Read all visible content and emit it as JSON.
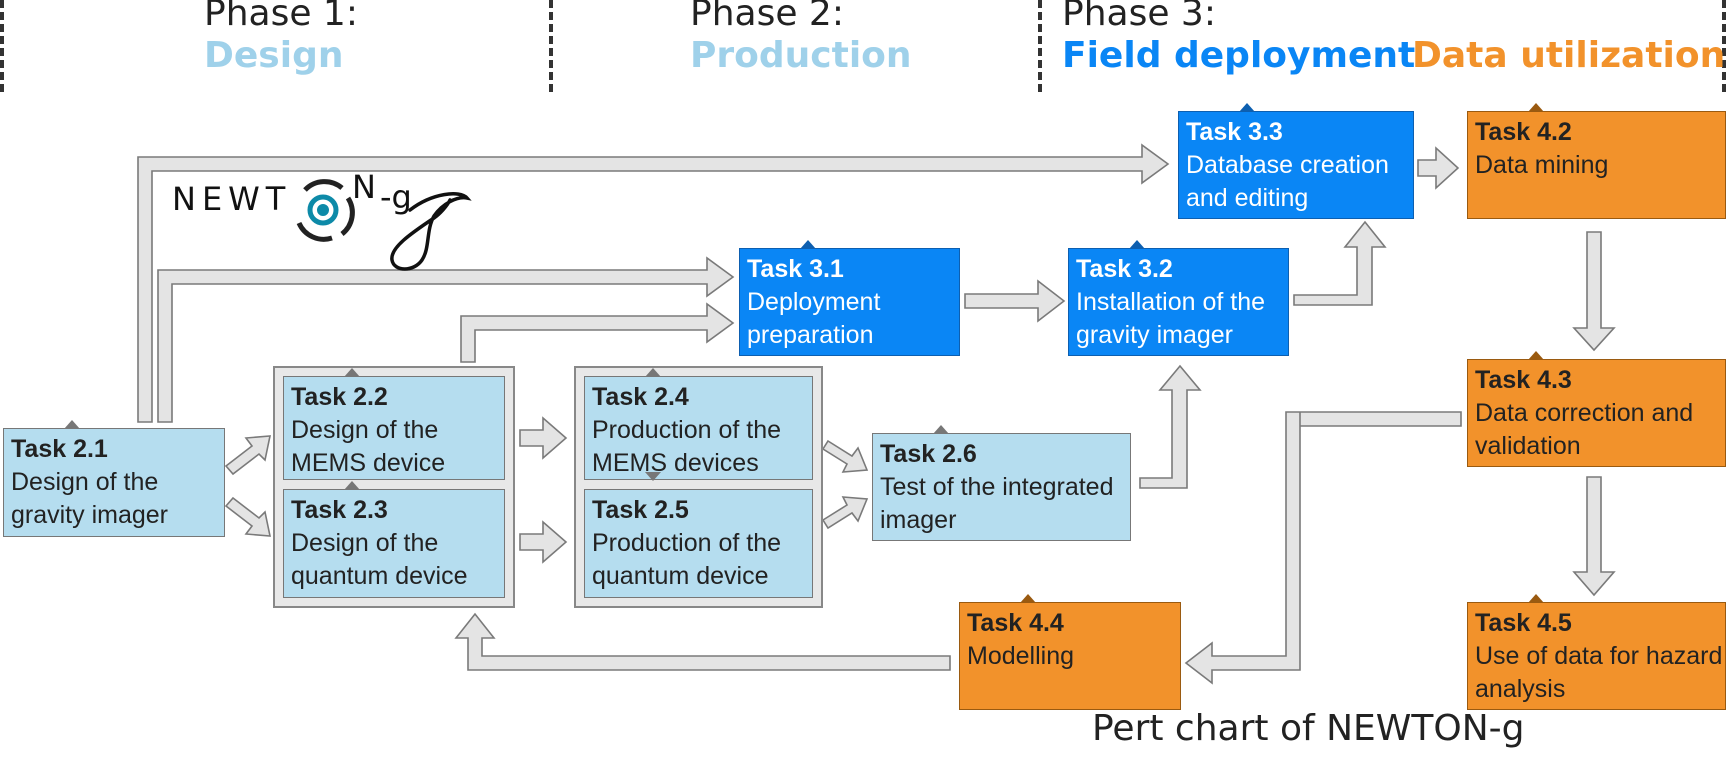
{
  "phases": [
    {
      "label": "Phase 1:",
      "name": "Design",
      "color": "#9fd1ea"
    },
    {
      "label": "Phase 2:",
      "name": "Production",
      "color": "#9fd1ea"
    },
    {
      "label": "Phase 3:",
      "name": "Field deployment",
      "color": "#0a86f5"
    },
    {
      "label": "",
      "name": "Data utilization",
      "color": "#f2922b"
    }
  ],
  "tasks": [
    {
      "id": "Task 2.1",
      "name": "Design of the gravity imager"
    },
    {
      "id": "Task 2.2",
      "name": "Design of the MEMS device"
    },
    {
      "id": "Task 2.3",
      "name": "Design of the quantum device"
    },
    {
      "id": "Task 2.4",
      "name": "Production of the MEMS devices"
    },
    {
      "id": "Task 2.5",
      "name": "Production of the quantum device"
    },
    {
      "id": "Task 2.6",
      "name": "Test of the integrated imager"
    },
    {
      "id": "Task 3.1",
      "name": "Deployment preparation"
    },
    {
      "id": "Task 3.2",
      "name": "Installation of the gravity imager"
    },
    {
      "id": "Task 3.3",
      "name": "Database creation and editing"
    },
    {
      "id": "Task 4.2",
      "name": "Data mining"
    },
    {
      "id": "Task 4.3",
      "name": "Data correction and validation"
    },
    {
      "id": "Task 4.4",
      "name": "Modelling"
    },
    {
      "id": "Task 4.5",
      "name": "Use of data for hazard analysis"
    }
  ],
  "logo": {
    "text_left": "NEWT",
    "text_right": "N",
    "suffix": "-g"
  },
  "caption": "Pert chart of NEWTON-g",
  "colors": {
    "phase12": "#b5ddef",
    "phase3": "#0a86f5",
    "phase4": "#f2922b",
    "arrow": "#e4e4e4"
  }
}
